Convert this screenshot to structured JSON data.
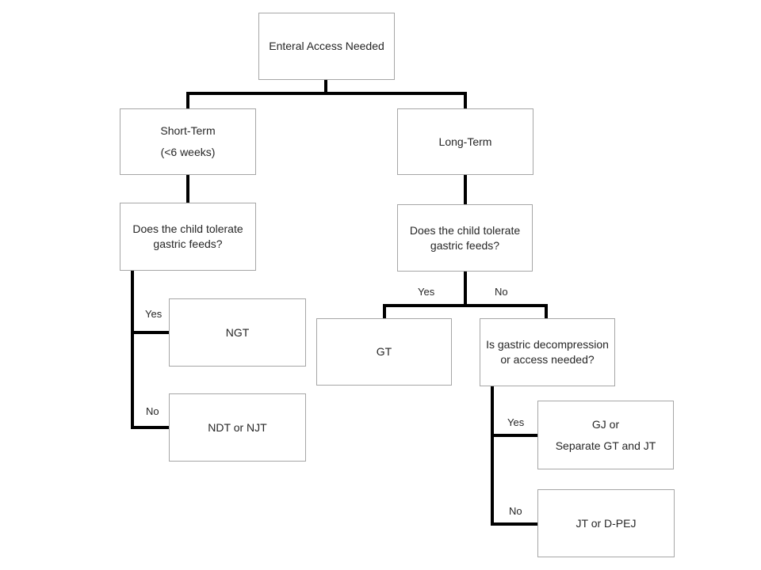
{
  "diagram": {
    "colors": {
      "background": "#ffffff",
      "box_border": "#a6a6a6",
      "connector": "#000000",
      "text": "#262626"
    },
    "nodes": {
      "root": {
        "label": "Enteral Access Needed"
      },
      "short_term": {
        "line1": "Short-Term",
        "line2": "(<6 weeks)"
      },
      "long_term": {
        "label": "Long-Term"
      },
      "tolerate_short": {
        "line1": "Does the child tolerate",
        "line2": "gastric feeds?"
      },
      "tolerate_long": {
        "line1": "Does the child tolerate",
        "line2": "gastric feeds?"
      },
      "ngt": {
        "label": "NGT"
      },
      "ndt_njt": {
        "label": "NDT or NJT"
      },
      "gt": {
        "label": "GT"
      },
      "decompression": {
        "line1": "Is gastric decompression",
        "line2": "or access needed?"
      },
      "gj": {
        "line1": "GJ or",
        "line2": "Separate GT and JT"
      },
      "jt_dpej": {
        "label": "JT or D-PEJ"
      }
    },
    "edge_labels": {
      "short_yes": "Yes",
      "short_no": "No",
      "long_yes": "Yes",
      "long_no": "No",
      "decomp_yes": "Yes",
      "decomp_no": "No"
    }
  }
}
